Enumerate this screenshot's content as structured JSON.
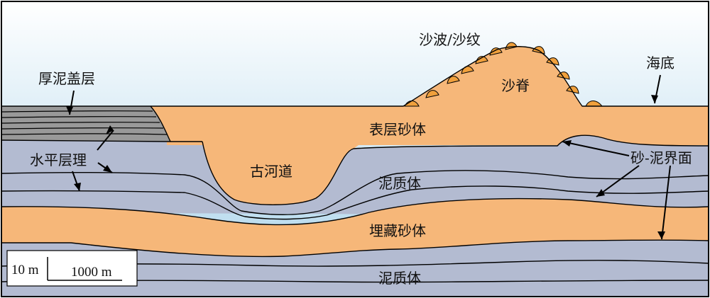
{
  "labels": {
    "thick_mud_cap": "厚泥盖层",
    "ripples": "沙波/沙纹",
    "seafloor": "海底",
    "sand_ridge": "沙脊",
    "surface_sand": "表层砂体",
    "paleo_channel": "古河道",
    "horizontal_bedding": "水平层理",
    "sand_mud_interface": "砂-泥界面",
    "mud_body_upper": "泥质体",
    "buried_sand": "埋藏砂体",
    "mud_body_lower": "泥质体"
  },
  "scale_bar": {
    "vertical": "10 m",
    "horizontal": "1000 m"
  },
  "colors": {
    "sea_top": "#ffffff",
    "sea_bottom": "#a9d3ea",
    "sand": "#f6b779",
    "mud": "#b3bbd1",
    "dark_mud": "#999999",
    "ripple": "#f0a03c",
    "line": "#000000"
  }
}
